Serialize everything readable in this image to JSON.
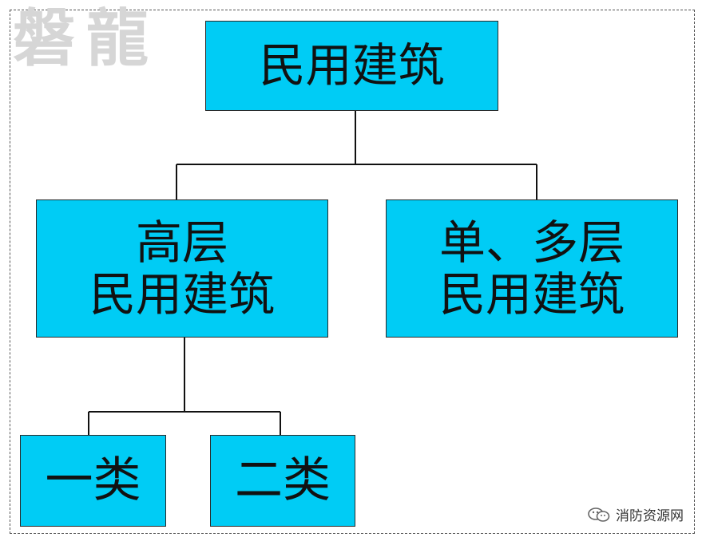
{
  "watermark": "磐龍",
  "colors": {
    "box_fill": "#00ccf5",
    "box_border": "#2a2a2a",
    "line": "#111111",
    "watermark": "#d6d6d6"
  },
  "nodes": {
    "root": {
      "lines": [
        "民用建筑"
      ]
    },
    "high_rise": {
      "lines": [
        "高层",
        "民用建筑"
      ]
    },
    "low_rise": {
      "lines": [
        "单、多层",
        "民用建筑"
      ]
    },
    "class_1": {
      "lines": [
        "一类"
      ]
    },
    "class_2": {
      "lines": [
        "二类"
      ]
    }
  },
  "source": {
    "icon": "wechat-icon",
    "label": "消防资源网"
  }
}
